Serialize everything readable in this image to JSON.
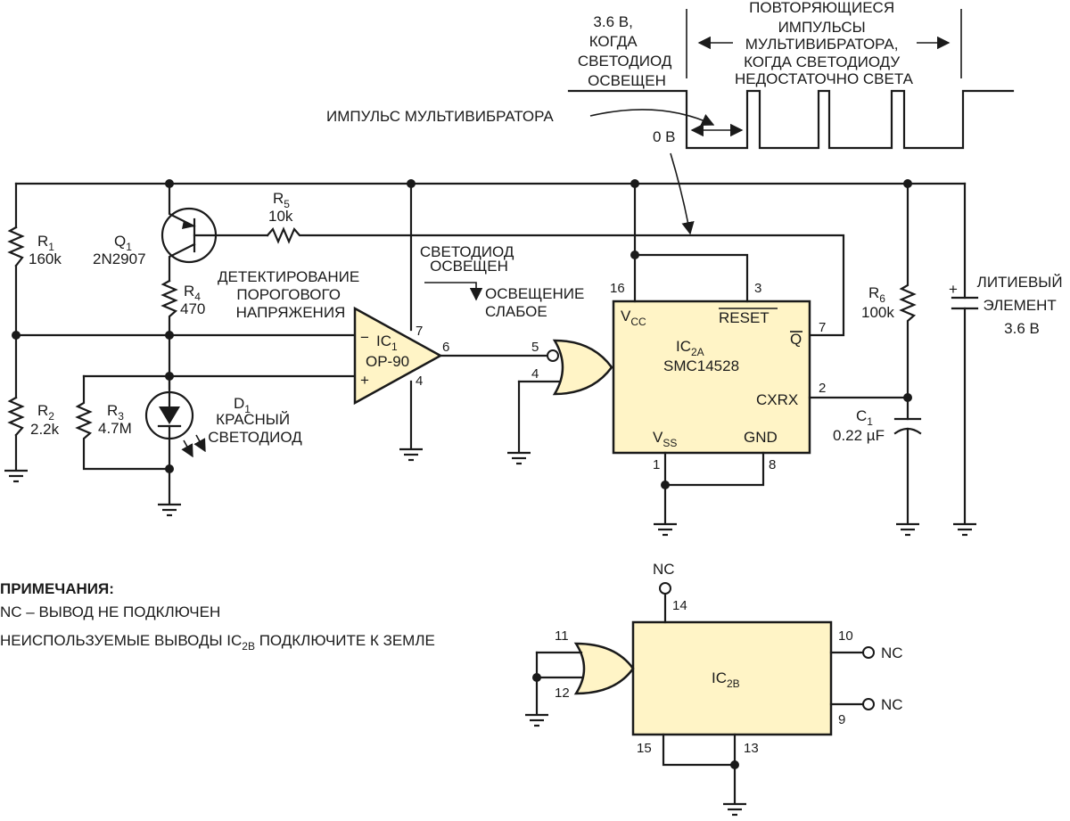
{
  "waveform": {
    "high_label": [
      "3.6 В,",
      "КОГДА",
      "СВЕТОДИОД",
      "ОСВЕЩЕН"
    ],
    "pulses_label": [
      "ПОВТОРЯЮЩИЕСЯ",
      "ИМПУЛЬСЫ",
      "МУЛЬТИВИБРАТОРА,",
      "КОГДА СВЕТОДИОДУ",
      "НЕДОСТАТОЧНО СВЕТА"
    ],
    "pulse_label": "ИМПУЛЬС МУЛЬТИВИБРАТОРА",
    "zero_label": "0 В"
  },
  "components": {
    "r1": {
      "name": "R",
      "sub": "1",
      "value": "160k"
    },
    "r2": {
      "name": "R",
      "sub": "2",
      "value": "2.2k"
    },
    "r3": {
      "name": "R",
      "sub": "3",
      "value": "4.7M"
    },
    "r4": {
      "name": "R",
      "sub": "4",
      "value": "470"
    },
    "r5": {
      "name": "R",
      "sub": "5",
      "value": "10k"
    },
    "r6": {
      "name": "R",
      "sub": "6",
      "value": "100k"
    },
    "q1": {
      "name": "Q",
      "sub": "1",
      "value": "2N2907"
    },
    "d1": {
      "name": "D",
      "sub": "1",
      "lines": [
        "КРАСНЫЙ",
        "СВЕТОДИОД"
      ]
    },
    "c1": {
      "name": "C",
      "sub": "1",
      "value": "0.22 µF"
    },
    "ic1": {
      "name": "IC",
      "sub": "1",
      "part": "OP-90",
      "minus": "−",
      "plus": "+"
    },
    "ic2a": {
      "name": "IC",
      "sub": "2A",
      "part": "SMC14528",
      "vcc": "V",
      "vcc_sub": "CC",
      "reset": "RESET",
      "q": "Q",
      "cxrx": "CXRX",
      "vss": "V",
      "vss_sub": "SS",
      "gnd": "GND"
    },
    "ic2b": {
      "name": "IC",
      "sub": "2B"
    },
    "battery": [
      "ЛИТИЕВЫЙ",
      "ЭЛЕМЕНТ",
      "3.6 В"
    ]
  },
  "annotations": {
    "threshold": [
      "ДЕТЕКТИРОВАНИЕ",
      "ПОРОГОВОГО",
      "НАПРЯЖЕНИЯ"
    ],
    "led_lit": [
      "СВЕТОДИОД",
      "ОСВЕЩЕН"
    ],
    "led_dim": [
      "ОСВЕЩЕНИЕ",
      "СЛАБОЕ"
    ]
  },
  "pins": {
    "ic1_7": "7",
    "ic1_6": "6",
    "ic1_4": "4",
    "g_5": "5",
    "g_4": "4",
    "ic2a_16": "16",
    "ic2a_3": "3",
    "ic2a_7": "7",
    "ic2a_2": "2",
    "ic2a_1": "1",
    "ic2a_8": "8",
    "ic2b_14": "14",
    "ic2b_11": "11",
    "ic2b_12": "12",
    "ic2b_10": "10",
    "ic2b_9": "9",
    "ic2b_15": "15",
    "ic2b_13": "13"
  },
  "nc": {
    "n14": "NC",
    "n10": "NC",
    "n9": "NC"
  },
  "notes": {
    "title": "ПРИМЕЧАНИЯ:",
    "line1": "NC – ВЫВОД НЕ ПОДКЛЮЧЕН",
    "line2_pre": "НЕИСПОЛЬЗУЕМЫЕ ВЫВОДЫ IC",
    "line2_sub": "2B",
    "line2_post": " ПОДКЛЮЧИТЕ К ЗЕМЛЕ"
  }
}
